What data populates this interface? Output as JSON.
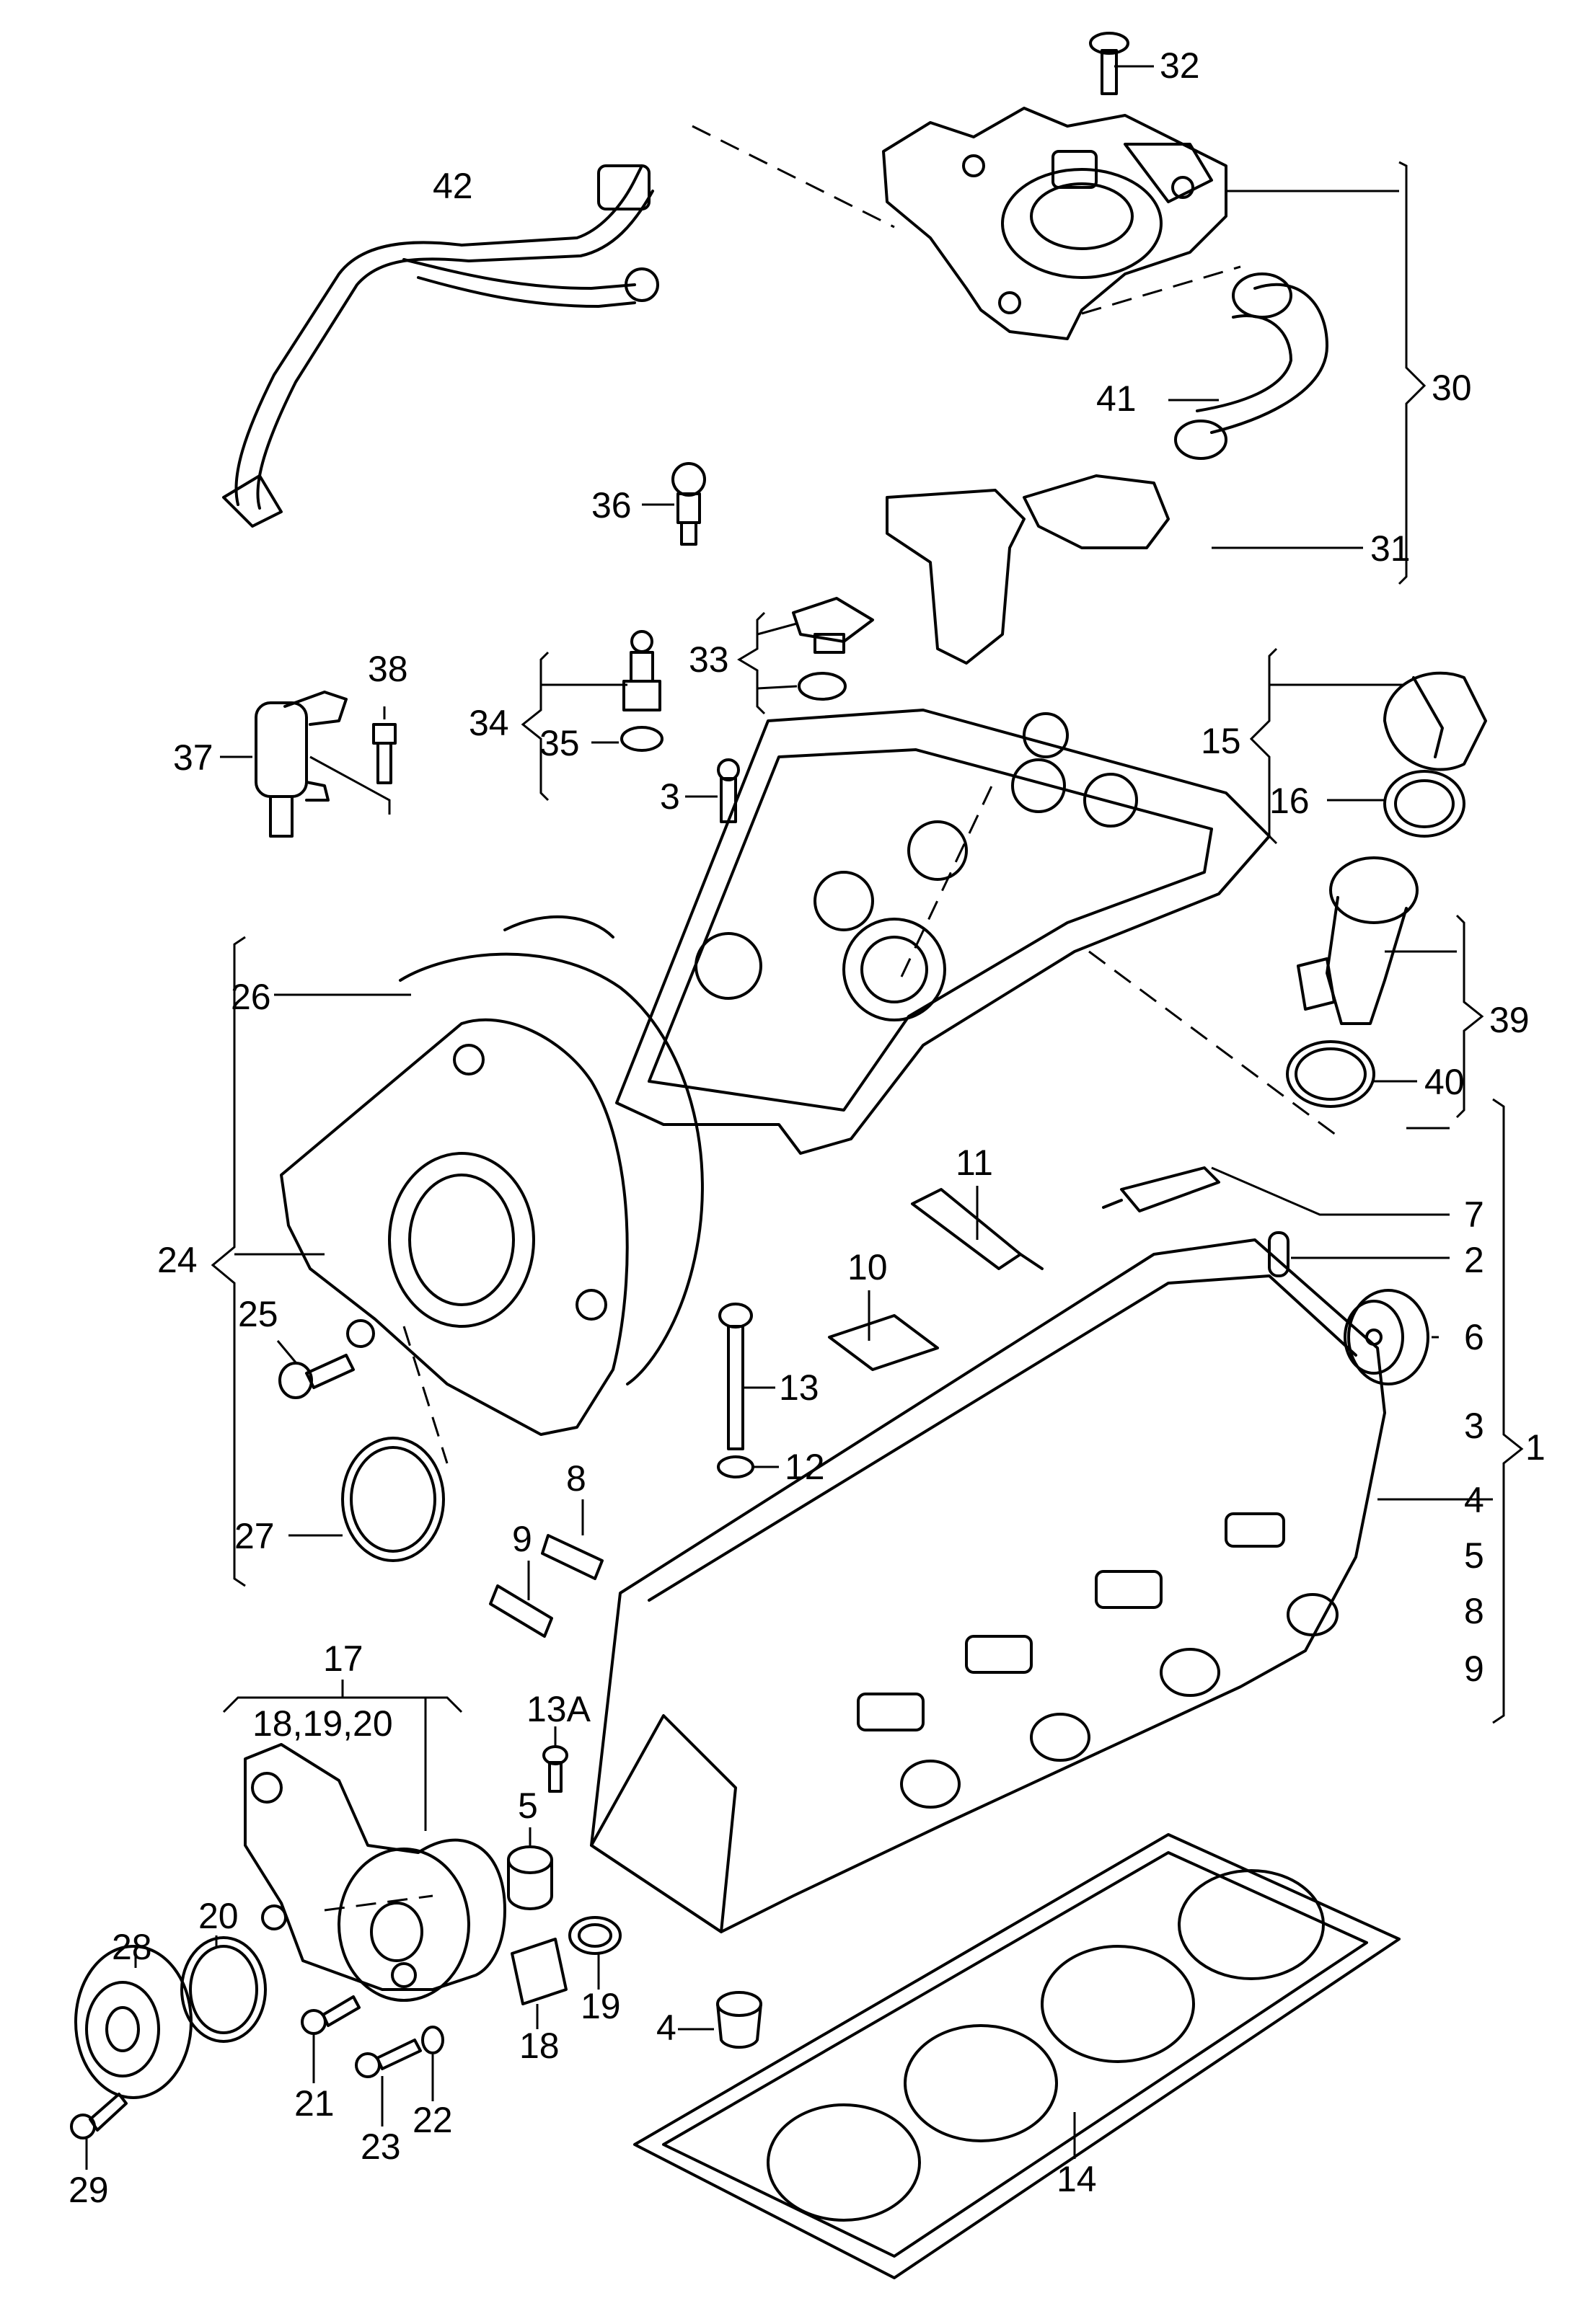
{
  "labels": {
    "l1": "1",
    "l2": "2",
    "l3a": "3",
    "l3b": "3",
    "l4a": "4",
    "l4b": "4",
    "l5a": "5",
    "l5b": "5",
    "l6": "6",
    "l7": "7",
    "l8a": "8",
    "l8b": "8",
    "l9a": "9",
    "l9b": "9",
    "l10": "10",
    "l11": "11",
    "l12": "12",
    "l13": "13",
    "l13A": "13A",
    "l14": "14",
    "l15": "15",
    "l16": "16",
    "l17": "17",
    "l18_19_20": "18,19,20",
    "l18": "18",
    "l19": "19",
    "l20": "20",
    "l21": "21",
    "l22": "22",
    "l23": "23",
    "l24": "24",
    "l25": "25",
    "l26": "26",
    "l27": "27",
    "l28": "28",
    "l29": "29",
    "l30": "30",
    "l31": "31",
    "l32": "32",
    "l33": "33",
    "l34": "34",
    "l35": "35",
    "l36": "36",
    "l37": "37",
    "l38": "38",
    "l39": "39",
    "l40": "40",
    "l41": "41",
    "l42": "42"
  },
  "colors": {
    "line": "#000000",
    "background": "#ffffff"
  }
}
